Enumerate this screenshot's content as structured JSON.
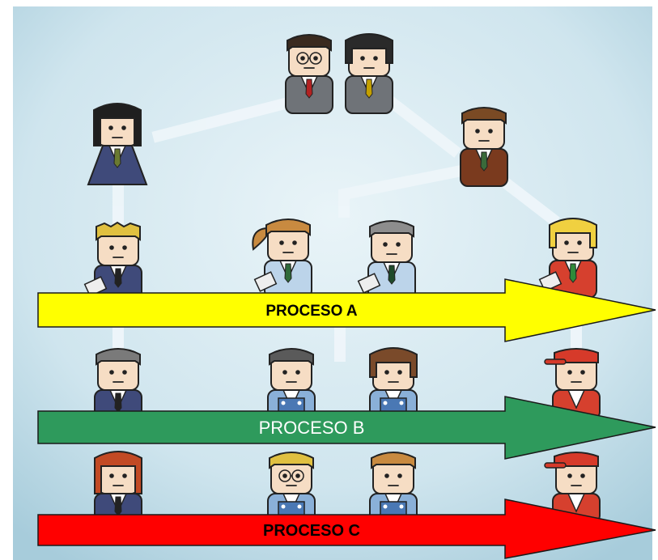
{
  "diagram": {
    "background": "#d7eaf1",
    "background_edge": "#a9cddc",
    "connector_color": "#eef6fa",
    "outline": "#222222",
    "skin": "#f6ddc4",
    "icons": [
      "executive-man-icon",
      "executive-woman-icon",
      "director-woman-icon",
      "director-man-icon",
      "manager-blond-man-icon",
      "clerk-woman-icon",
      "clerk-man-icon",
      "manager-blonde-woman-icon",
      "staff-gray-man-icon",
      "worker-man-icon",
      "worker-woman-icon",
      "cap-worker-man-icon",
      "staff-red-woman-icon",
      "worker-glasses-icon",
      "worker-man-2-icon",
      "cap-worker-woman-icon"
    ]
  },
  "processes": [
    {
      "label": "PROCESO A",
      "color": "#ffff00",
      "text_color": "#000000",
      "weight": "bold"
    },
    {
      "label": "PROCESO B",
      "color": "#2e9a5c",
      "text_color": "#ffffff",
      "weight": "normal"
    },
    {
      "label": "PROCESO C",
      "color": "#ff0000",
      "text_color": "#000000",
      "weight": "bold"
    }
  ]
}
